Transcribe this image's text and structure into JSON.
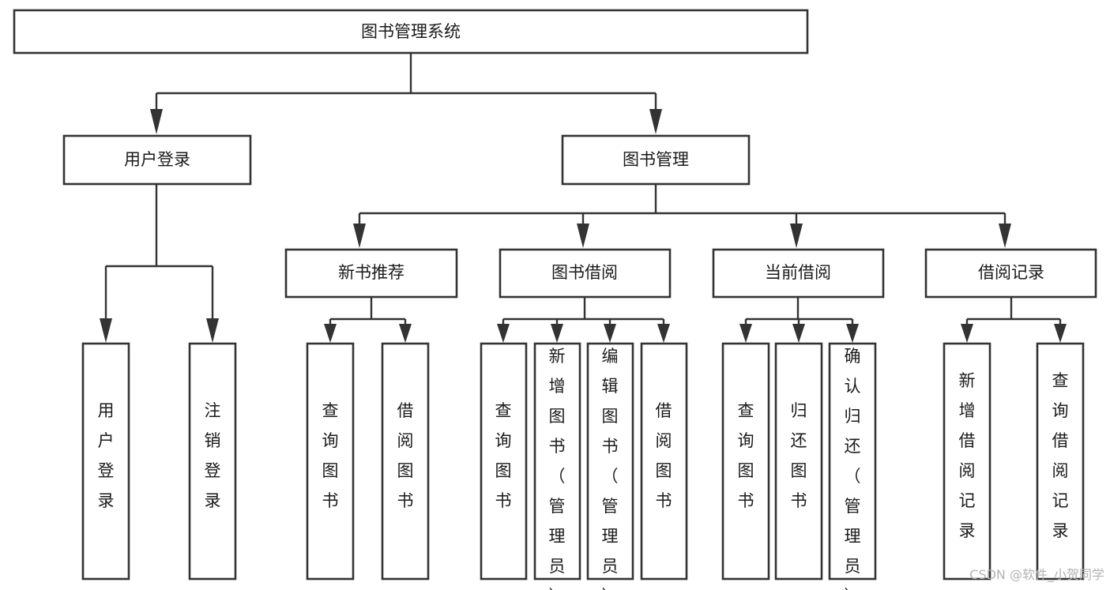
{
  "diagram": {
    "title": "图书管理系统",
    "type": "tree",
    "orientation": "top-down",
    "colors": {
      "stroke": "#333333",
      "box_fill": "#ffffff",
      "text": "#1a1a1a",
      "background": "#ffffff",
      "watermark": "#b3b3b3"
    },
    "root": {
      "label": "图书管理系统",
      "orientation": "horizontal"
    },
    "level2": [
      {
        "label": "用户登录",
        "orientation": "horizontal"
      },
      {
        "label": "图书管理",
        "orientation": "horizontal"
      }
    ],
    "level3": [
      {
        "label": "新书推荐",
        "orientation": "horizontal"
      },
      {
        "label": "图书借阅",
        "orientation": "horizontal"
      },
      {
        "label": "当前借阅",
        "orientation": "horizontal"
      },
      {
        "label": "借阅记录",
        "orientation": "horizontal"
      }
    ],
    "leaves": {
      "user_login": [
        {
          "label": "用户登录",
          "orientation": "vertical"
        },
        {
          "label": "注销登录",
          "orientation": "vertical"
        }
      ],
      "new_book_recommend": [
        {
          "label": "查询图书",
          "orientation": "vertical"
        },
        {
          "label": "借阅图书",
          "orientation": "vertical"
        }
      ],
      "book_borrow": [
        {
          "label": "查询图书",
          "orientation": "vertical"
        },
        {
          "label": "新增图书（管理员）",
          "orientation": "vertical"
        },
        {
          "label": "编辑图书（管理员）",
          "orientation": "vertical"
        },
        {
          "label": "借阅图书",
          "orientation": "vertical"
        }
      ],
      "current_borrow": [
        {
          "label": "查询图书",
          "orientation": "vertical"
        },
        {
          "label": "归还图书",
          "orientation": "vertical"
        },
        {
          "label": "确认归还（管理员）",
          "orientation": "vertical"
        }
      ],
      "borrow_record": [
        {
          "label": "新增借阅记录",
          "orientation": "vertical"
        },
        {
          "label": "查询借阅记录",
          "orientation": "vertical"
        }
      ]
    }
  },
  "watermark": {
    "text": "CSDN @软件_小贺同学"
  }
}
